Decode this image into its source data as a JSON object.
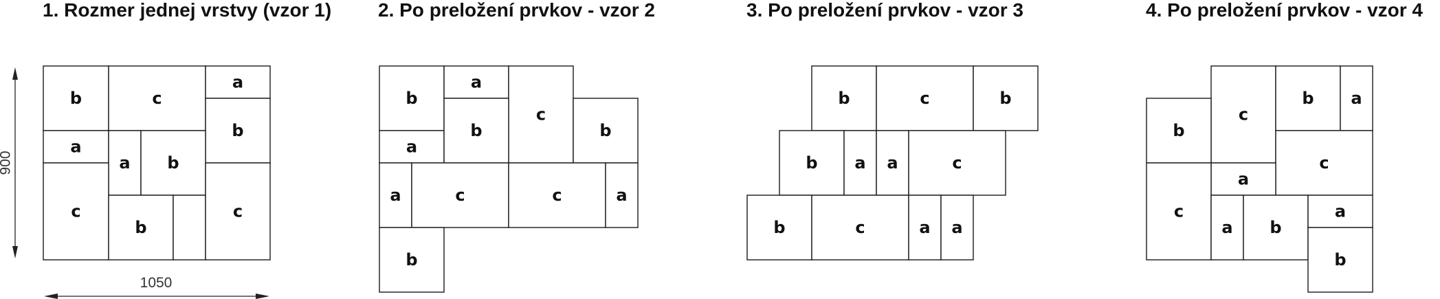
{
  "diagrams": [
    {
      "title": "1. Rozmer jednej vrstvy (vzor 1)",
      "tiles": [
        "b",
        "c",
        "a",
        "a",
        "b",
        "a",
        "b",
        "c",
        "b",
        "",
        "c"
      ]
    },
    {
      "title": "2. Po preložení prvkov - vzor 2",
      "tiles": [
        "b",
        "a",
        "c",
        "b",
        "a",
        "b",
        "a",
        "c",
        "c",
        "a",
        "b"
      ]
    },
    {
      "title": "3. Po preložení prvkov - vzor 3",
      "tiles": [
        "b",
        "c",
        "b",
        "b",
        "a",
        "a",
        "c",
        "b",
        "c",
        "a",
        "a"
      ]
    },
    {
      "title": "4. Po preložení prvkov - vzor 4",
      "tiles": [
        "c",
        "b",
        "a",
        "b",
        "c",
        "a",
        "c",
        "a",
        "b",
        "a",
        "b"
      ]
    }
  ],
  "dimensions": {
    "height_label": "900",
    "width_label": "1050"
  }
}
